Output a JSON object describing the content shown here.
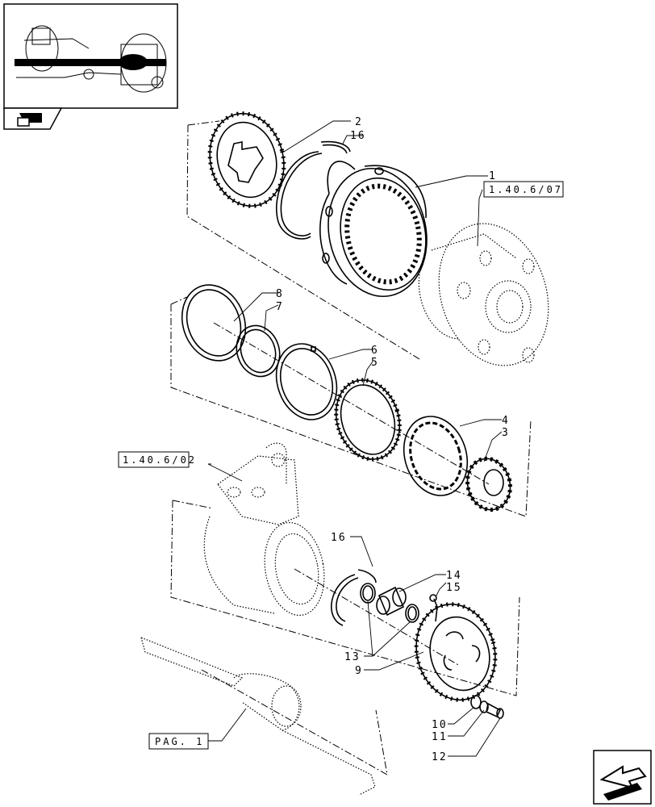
{
  "thumbnail": {
    "icon": "axle-assembly-thumbnail"
  },
  "nav": {
    "back_icon": "back-arrow-icon",
    "next_icon": "next-page-arrow-icon"
  },
  "refs": {
    "ref1": "1.40.6/07",
    "ref2": "1.40.6/02",
    "ref3": "PAG. 1"
  },
  "callouts": {
    "c1": "1",
    "c2": "2",
    "c3": "3",
    "c4": "4",
    "c5": "5",
    "c6": "6",
    "c7": "7",
    "c8": "8",
    "c9": "9",
    "c10": "10",
    "c11": "11",
    "c12": "12",
    "c13": "13",
    "c14": "14",
    "c15": "15",
    "c16a": "16",
    "c16b": "16"
  }
}
